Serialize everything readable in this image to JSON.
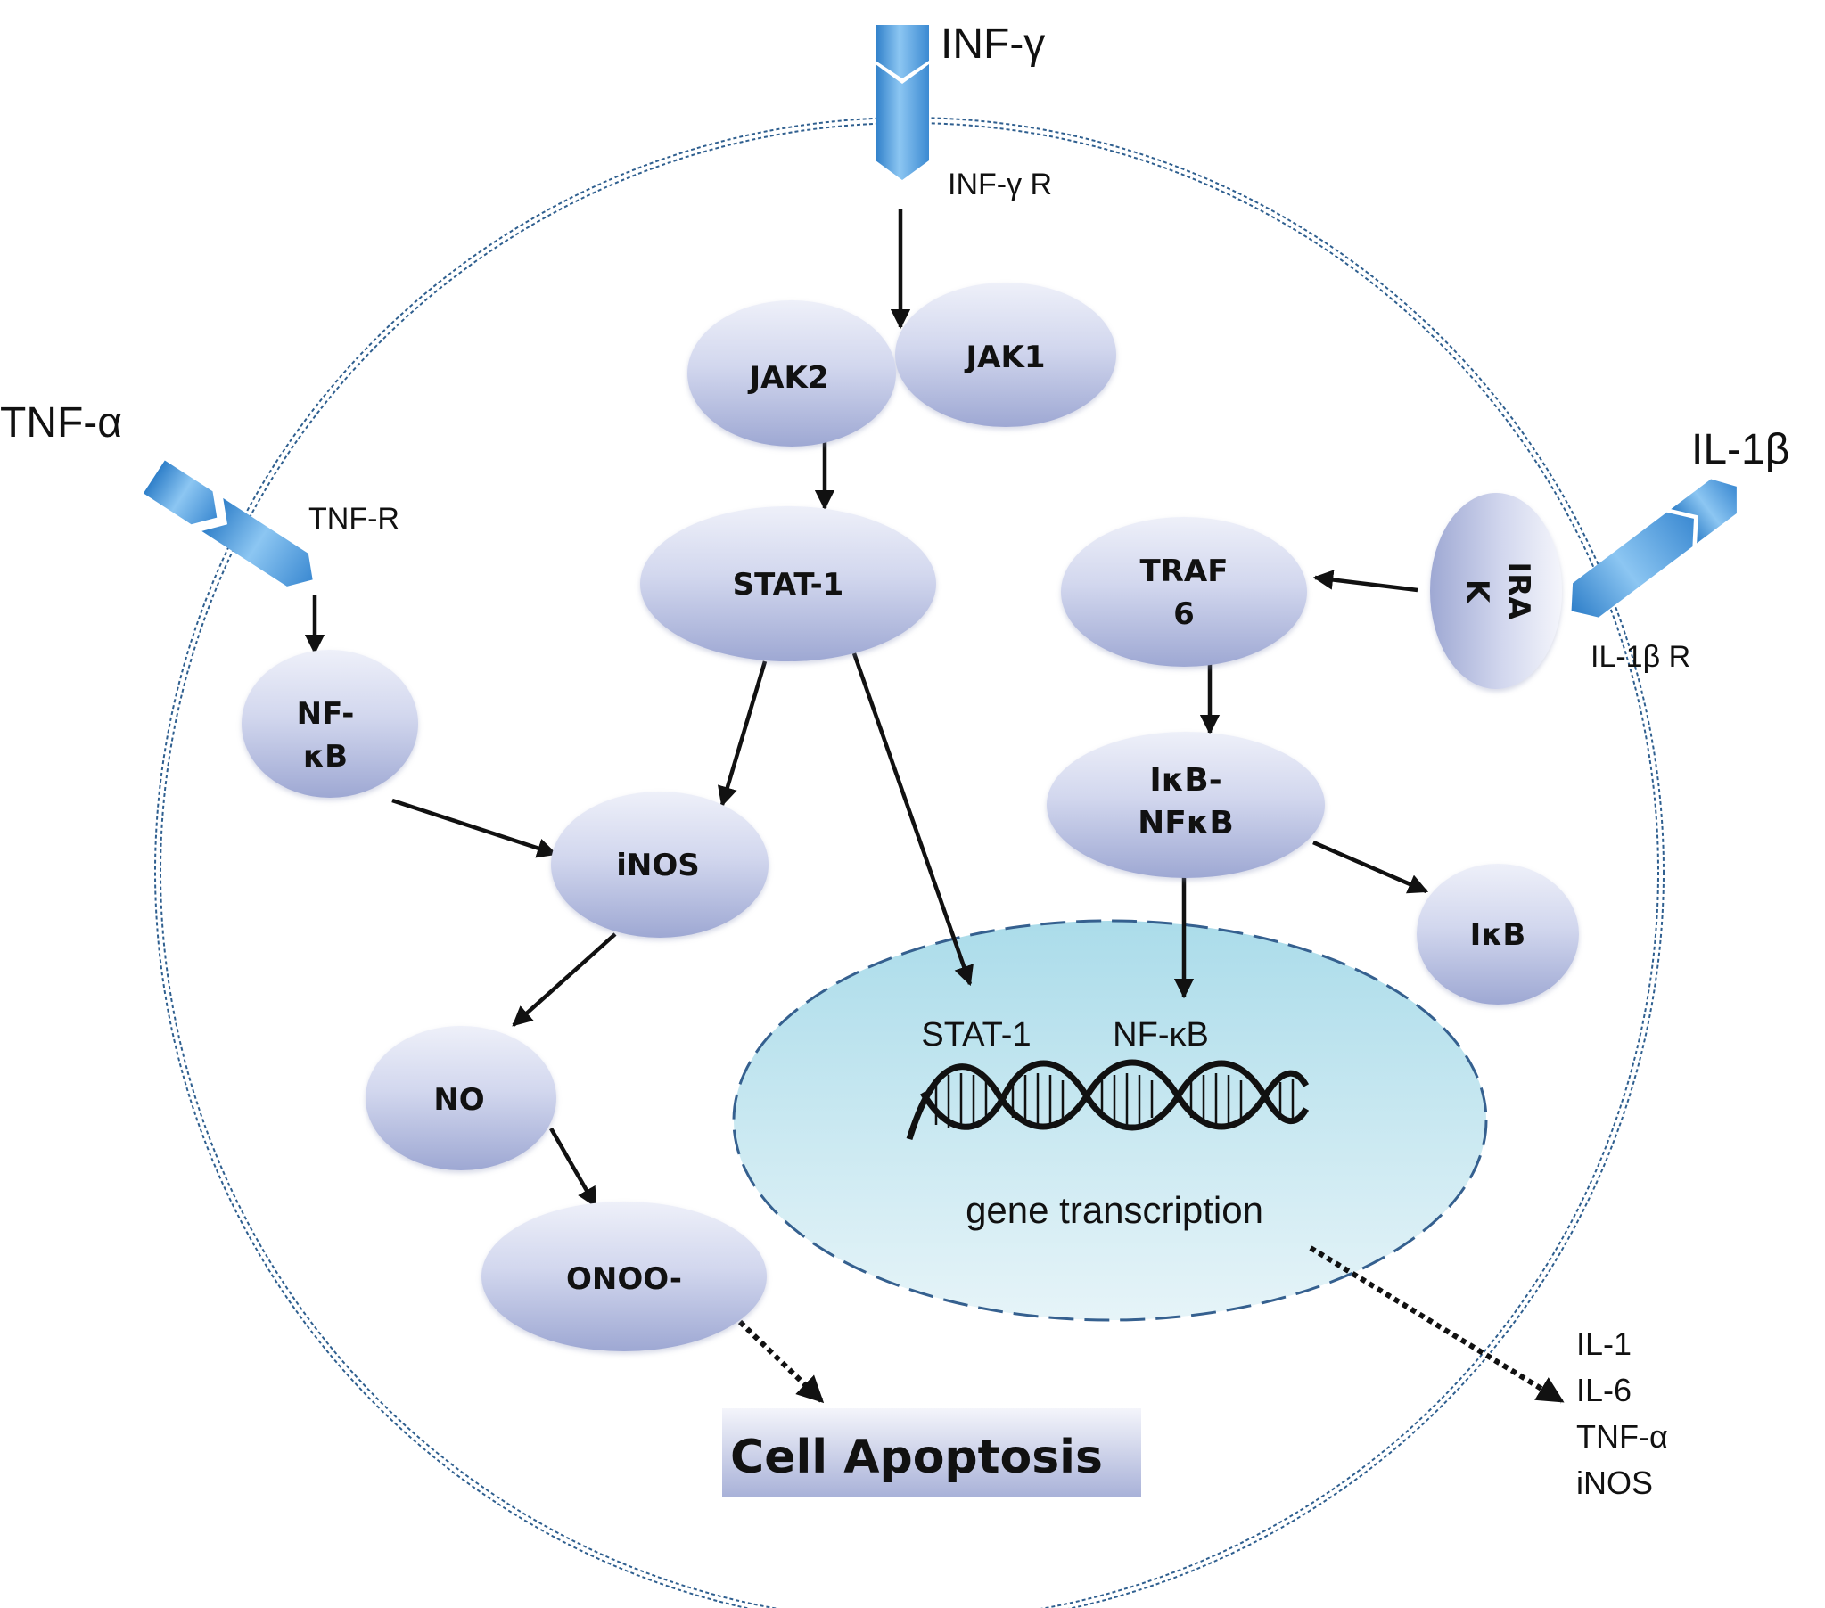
{
  "ligands": {
    "inf_gamma": "INF-γ",
    "tnf_alpha": "TNF-α",
    "il1_beta": "IL-1β"
  },
  "receptors": {
    "inf_gamma_r": "INF-γ R",
    "tnf_r": "TNF-R",
    "il1_beta_r": "IL-1β R"
  },
  "nodes": {
    "jak2": "JAK2",
    "jak1": "JAK1",
    "stat1": "STAT-1",
    "nfkb": [
      "NF-",
      "κB"
    ],
    "inos": "iNOS",
    "no": "NO",
    "onoo": "ONOO-",
    "traf6": [
      "TRAF",
      "6"
    ],
    "irak": [
      "IRA",
      "K"
    ],
    "ikb_nfkb": [
      "IκB-",
      "NFκB"
    ],
    "ikb": "IκB"
  },
  "nucleus": {
    "stat1": "STAT-1",
    "nfkb": "NF-κB",
    "caption": "gene transcription"
  },
  "outcomes": {
    "apoptosis": "Cell Apoptosis",
    "products": [
      "IL-1",
      "IL-6",
      "TNF-α",
      "iNOS"
    ]
  },
  "colors": {
    "node_top": "#e8ebf6",
    "node_bottom": "#a3acd6",
    "receptor": "#4f9ddf",
    "nucleus_fill": "#c3e6f0",
    "membrane": "#2f5f8f",
    "arrow": "#111111"
  }
}
